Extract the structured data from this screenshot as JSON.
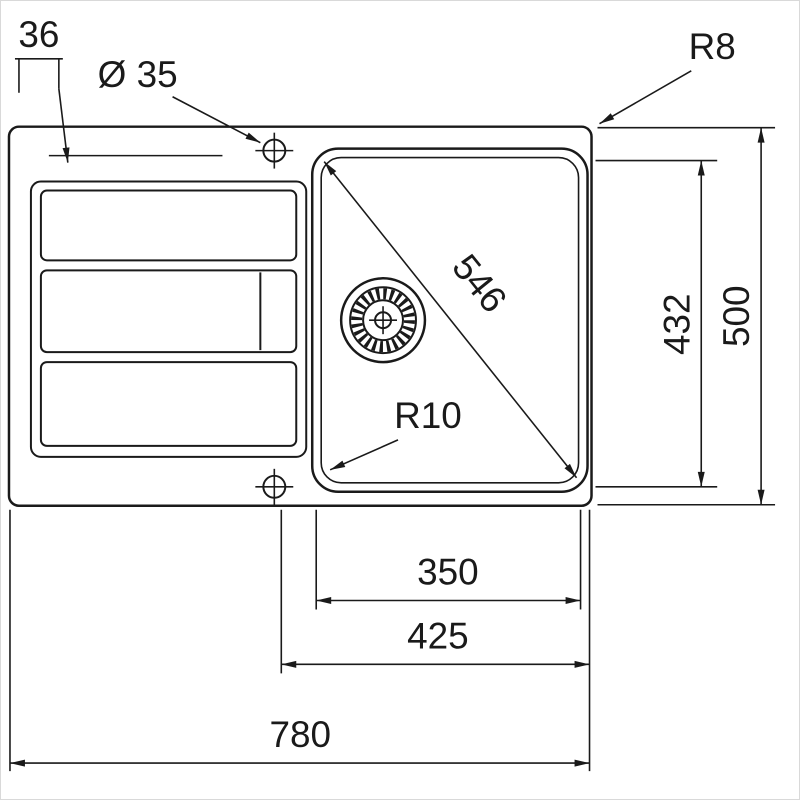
{
  "drawing": {
    "background": "#ffffff",
    "line_color": "#1a1a1a",
    "subject": "sink-top-view-technical-drawing",
    "labels": {
      "rim_offset": "36",
      "hole_diameter": "Ø 35",
      "outer_corner_radius": "R8",
      "bowl_diagonal": "546",
      "bowl_corner_radius": "R10",
      "bowl_height": "432",
      "overall_depth": "500",
      "bowl_width": "350",
      "bowl_width_outer": "425",
      "overall_width": "780"
    }
  }
}
